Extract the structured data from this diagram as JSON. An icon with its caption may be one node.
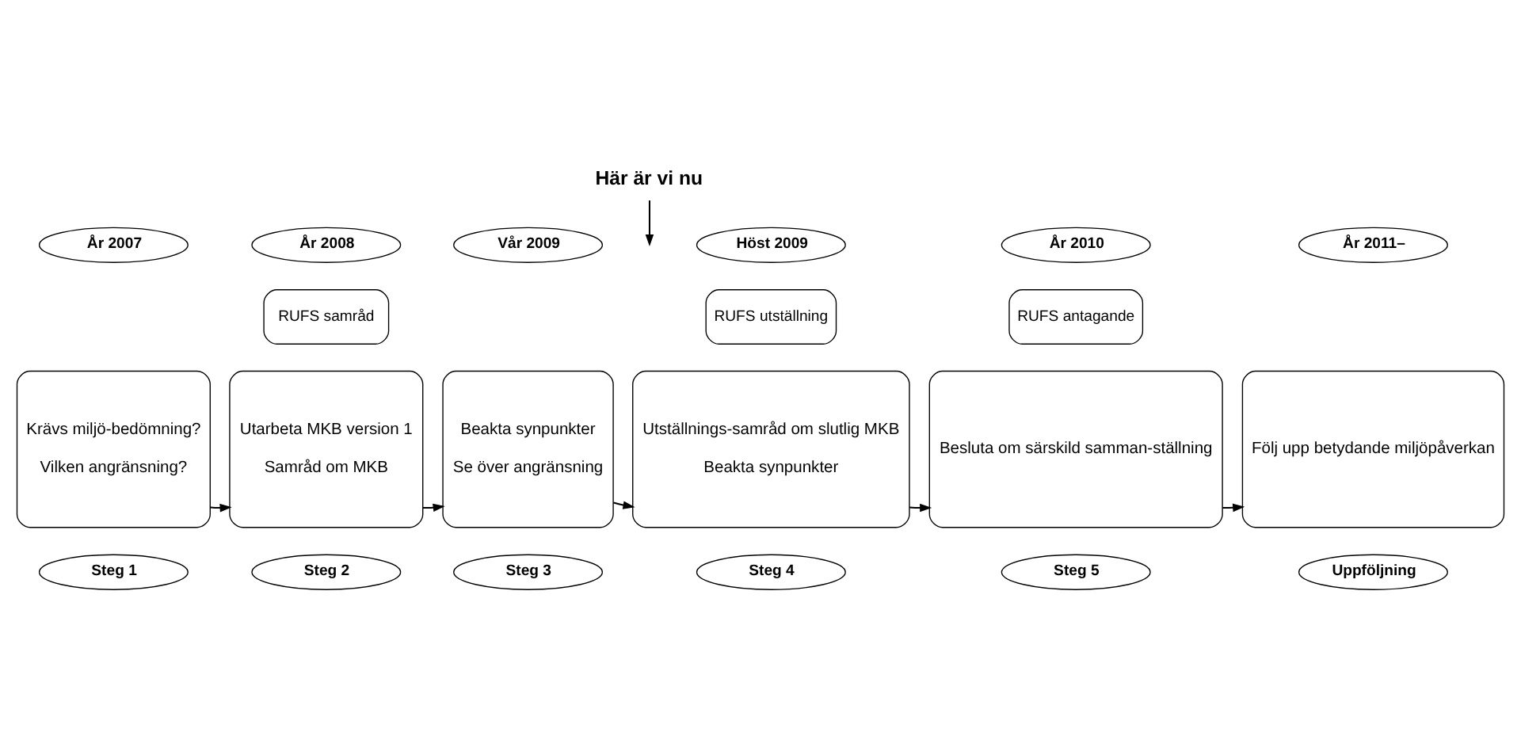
{
  "diagram": {
    "nodes": [
      {
        "text": [
          "Här är vi nu"
        ]
      },
      {
        "text": [
          "År 2007"
        ]
      },
      {
        "text": [
          "År 2008"
        ]
      },
      {
        "text": [
          "Vår 2009"
        ]
      },
      {
        "text": [
          "Höst 2009"
        ]
      },
      {
        "text": [
          "År 2010"
        ]
      },
      {
        "text": [
          "År 2011–"
        ]
      },
      {
        "text": [
          "RUFS samråd"
        ]
      },
      {
        "text": [
          "RUFS utställning"
        ]
      },
      {
        "text": [
          "RUFS antagande"
        ]
      },
      {
        "text": [
          "Krävs miljö-bedömning?",
          "Vilken angränsning?"
        ]
      },
      {
        "text": [
          "Utarbeta MKB version 1",
          "Samråd om MKB"
        ]
      },
      {
        "text": [
          "Beakta synpunkter",
          "Se över angränsning"
        ]
      },
      {
        "text": [
          "Utställnings-samråd om slutlig MKB",
          "Beakta synpunkter"
        ]
      },
      {
        "text": [
          "Besluta om särskild samman-ställning"
        ]
      },
      {
        "text": [
          "Följ upp betydande miljöpåverkan"
        ]
      },
      {
        "text": [
          "Steg 1"
        ]
      },
      {
        "text": [
          "Steg 2"
        ]
      },
      {
        "text": [
          "Steg 3"
        ]
      },
      {
        "text": [
          "Steg 4"
        ]
      },
      {
        "text": [
          "Steg 5"
        ]
      },
      {
        "text": [
          "Uppföljning"
        ]
      }
    ],
    "edges": [
      {
        "from": 0,
        "to": null,
        "arrow": "to"
      },
      {
        "from": 10,
        "to": 11,
        "arrow": "to"
      },
      {
        "from": 11,
        "to": 12,
        "arrow": "to"
      },
      {
        "from": 12,
        "to": 13,
        "arrow": "to"
      },
      {
        "from": 13,
        "to": 14,
        "arrow": "to"
      },
      {
        "from": 14,
        "to": 15,
        "arrow": "to"
      }
    ]
  }
}
